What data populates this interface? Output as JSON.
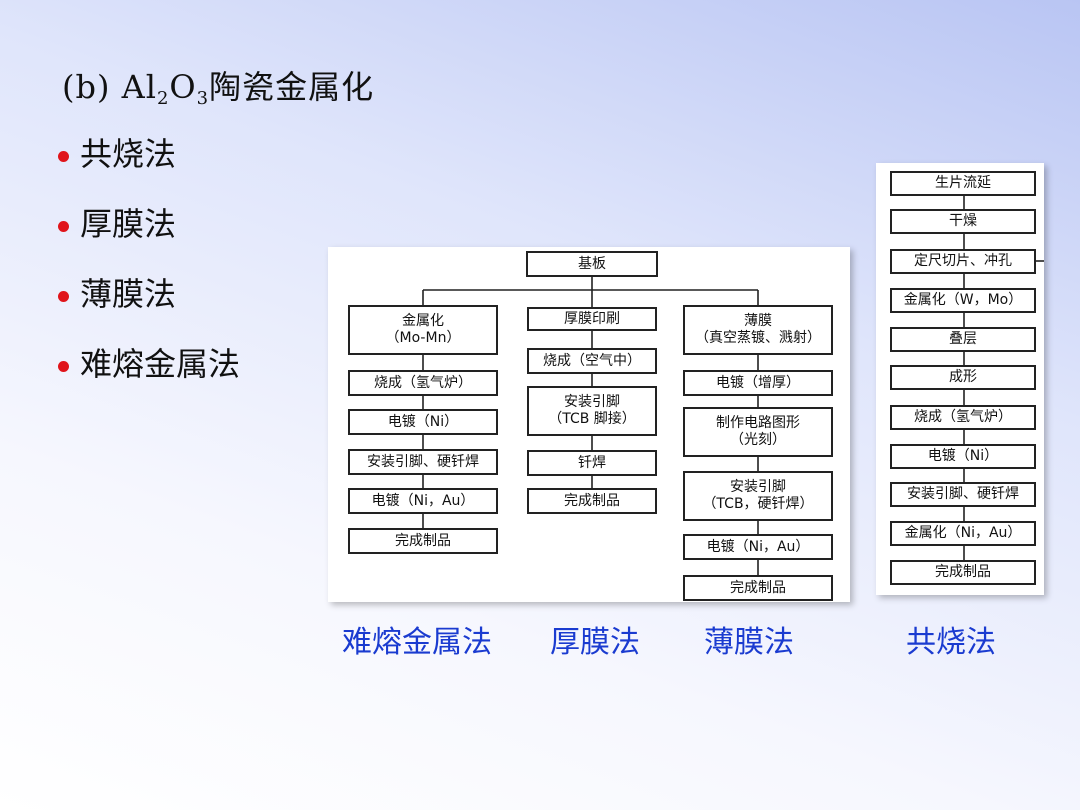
{
  "slide": {
    "title_prefix": "(b) Al",
    "title_sub1": "2",
    "title_mid": "O",
    "title_sub2": "3",
    "title_suffix": "陶瓷金属化",
    "bullets": [
      "共烧法",
      "厚膜法",
      "薄膜法",
      "难熔金属法"
    ],
    "bullet_color": "#e0141b",
    "caption_color": "#1a3bd0"
  },
  "left_diagram": {
    "root": "基板",
    "col_refractory": [
      "金属化\n（Mo-Mn）",
      "烧成（氢气炉）",
      "电镀（Ni）",
      "安装引脚、硬钎焊",
      "电镀（Ni，Au）",
      "完成制品"
    ],
    "col_thick": [
      "厚膜印刷",
      "烧成（空气中）",
      "安装引脚\n（TCB 脚接）",
      "钎焊",
      "完成制品"
    ],
    "col_thin": [
      "薄膜\n（真空蒸镀、溅射）",
      "电镀（增厚）",
      "制作电路图形\n（光刻）",
      "安装引脚\n（TCB，硬钎焊）",
      "电镀（Ni，Au）",
      "完成制品"
    ]
  },
  "right_diagram": {
    "steps": [
      "生片流延",
      "干燥",
      "定尺切片、冲孔",
      "金属化（W，Mo）",
      "叠层",
      "成形",
      "烧成（氢气炉）",
      "电镀（Ni）",
      "安装引脚、硬钎焊",
      "金属化（Ni，Au）",
      "完成制品"
    ]
  },
  "captions": {
    "refractory": "难熔金属法",
    "thick": "厚膜法",
    "thin": "薄膜法",
    "cofire": "共烧法"
  }
}
